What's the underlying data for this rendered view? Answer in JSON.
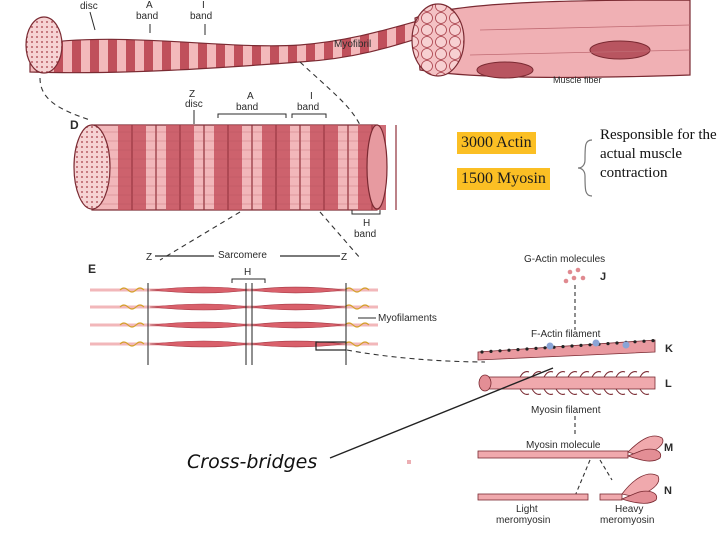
{
  "labels": {
    "disc_top": "disc",
    "a_band_top": "A\nband",
    "i_band_top": "I\nband",
    "myofibril": "Myofibril",
    "muscle_fiber": "Muscle fiber",
    "z_disc": "Z\ndisc",
    "a_band": "A\nband",
    "i_band": "I\nband",
    "h_band": "H\nband",
    "panel_d": "D",
    "panel_e": "E",
    "sarcomere": "Sarcomere",
    "z_left": "Z",
    "z_right": "Z",
    "h": "H",
    "myofilaments": "Myofilaments",
    "g_actin": "G-Actin molecules",
    "j": "J",
    "f_actin": "F-Actin filament",
    "k": "K",
    "l": "L",
    "myosin_filament": "Myosin filament",
    "myosin_molecule": "Myosin molecule",
    "m": "M",
    "n": "N",
    "light_meromyosin": "Light\nmeromyosin",
    "heavy_meromyosin": "Heavy\nmeromyosin"
  },
  "annotations": {
    "actin_count": "3000 Actin",
    "myosin_count": "1500 Myosin",
    "note": "Responsible for the actual muscle contraction",
    "cross_bridges": "Cross-bridges"
  },
  "colors": {
    "highlight": "#fbbf24",
    "muscle_light": "#f4b6b8",
    "muscle_dark": "#b8444f",
    "outline": "#7a2a32"
  }
}
